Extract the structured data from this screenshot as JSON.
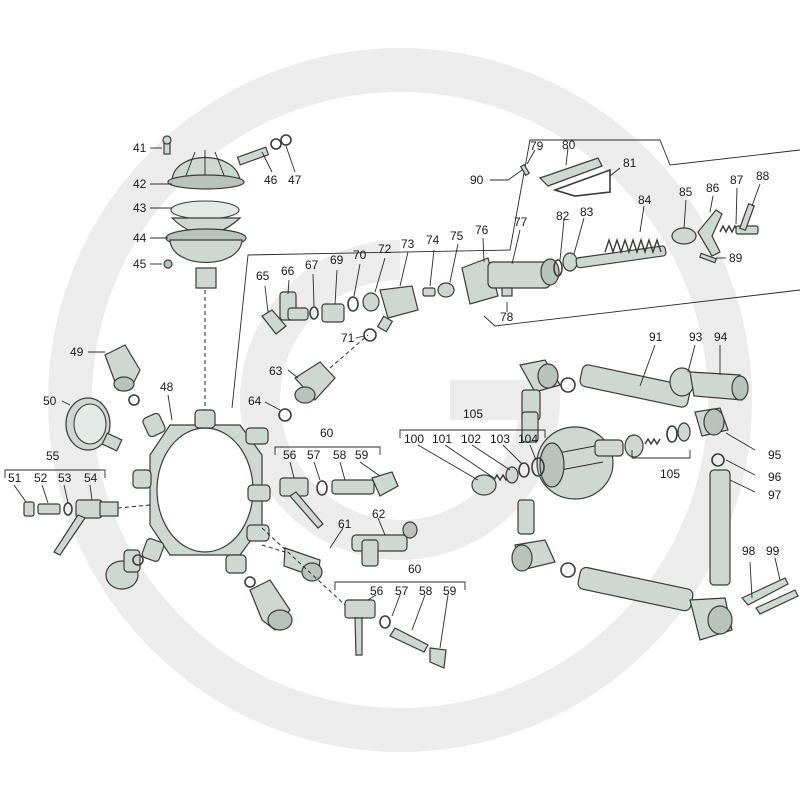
{
  "watermark_color": "#ececec",
  "part_fill": "#cfd7d3",
  "callouts": {
    "c41": "41",
    "c42": "42",
    "c43": "43",
    "c44": "44",
    "c45": "45",
    "c46": "46",
    "c47": "47",
    "c48": "48",
    "c49": "49",
    "c50": "50",
    "c51": "51",
    "c52": "52",
    "c53": "53",
    "c54": "54",
    "c55": "55",
    "c56a": "56",
    "c57a": "57",
    "c58a": "58",
    "c59a": "59",
    "c60a": "60",
    "c56b": "56",
    "c57b": "57",
    "c58b": "58",
    "c59b": "59",
    "c60b": "60",
    "c61": "61",
    "c62": "62",
    "c63": "63",
    "c64": "64",
    "c65": "65",
    "c66": "66",
    "c67": "67",
    "c69": "69",
    "c70": "70",
    "c71": "71",
    "c72": "72",
    "c73": "73",
    "c74": "74",
    "c75": "75",
    "c76": "76",
    "c77": "77",
    "c78": "78",
    "c79": "79",
    "c80": "80",
    "c81": "81",
    "c82": "82",
    "c83": "83",
    "c84": "84",
    "c85": "85",
    "c86": "86",
    "c87": "87",
    "c88": "88",
    "c89": "89",
    "c90": "90",
    "c91": "91",
    "c93": "93",
    "c94": "94",
    "c95": "95",
    "c96": "96",
    "c97": "97",
    "c98": "98",
    "c99": "99",
    "c100": "100",
    "c101": "101",
    "c102": "102",
    "c103": "103",
    "c104": "104",
    "c105a": "105",
    "c105b": "105"
  }
}
